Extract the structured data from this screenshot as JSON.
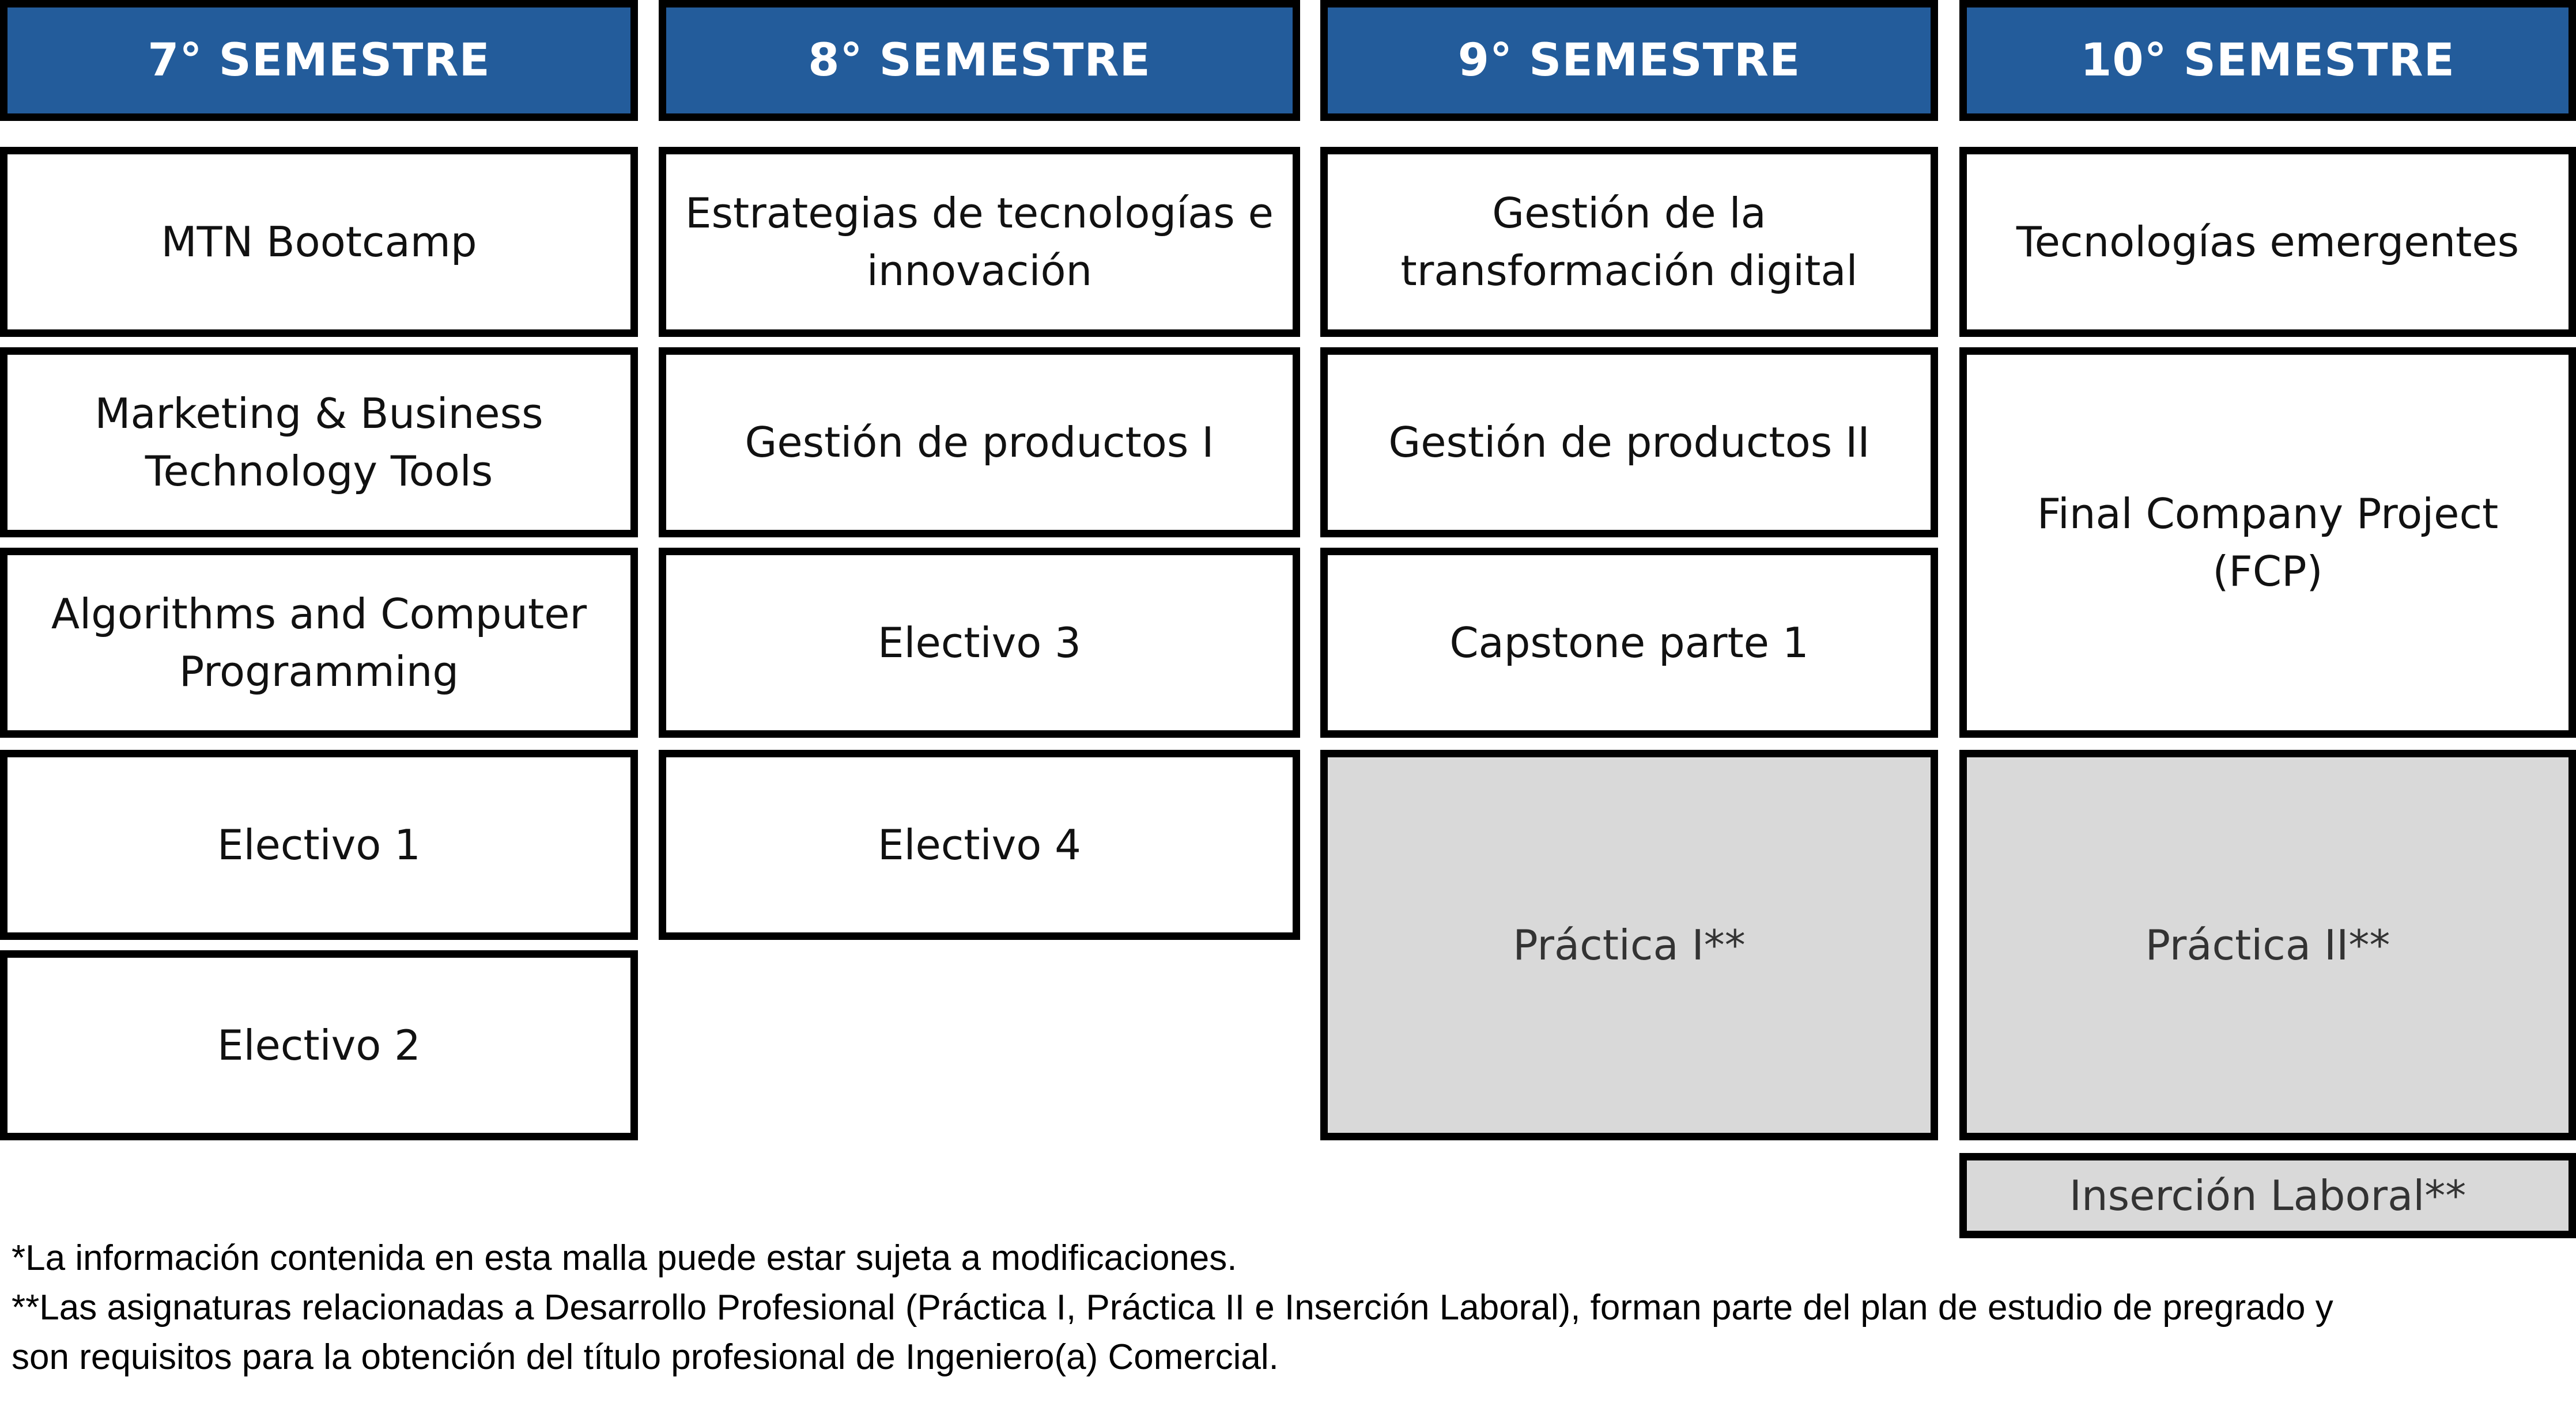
{
  "semesters": [
    {
      "title": "7° SEMESTRE",
      "courses": [
        "MTN Bootcamp",
        "Marketing & Business Technology Tools",
        "Algorithms and Computer Programming",
        "Electivo 1",
        "Electivo 2"
      ]
    },
    {
      "title": "8° SEMESTRE",
      "courses": [
        "Estrategias de tecnologías e innovación",
        "Gestión de productos I",
        "Electivo 3",
        "Electivo 4"
      ]
    },
    {
      "title": "9° SEMESTRE",
      "courses": [
        "Gestión de la transformación digital",
        "Gestión de productos II",
        "Capstone parte 1",
        "Práctica I**"
      ]
    },
    {
      "title": "10° SEMESTRE",
      "courses": [
        "Tecnologías emergentes",
        "Final Company Project (FCP)",
        "Práctica II**",
        "Inserción Laboral**"
      ]
    }
  ],
  "notes": {
    "line1": "*La información contenida en esta malla puede estar sujeta a modificaciones.",
    "line2": "**Las asignaturas relacionadas a Desarrollo Profesional (Práctica I, Práctica II e Inserción Laboral), forman parte del plan de estudio de pregrado y",
    "line3": "son requisitos para la obtención del título profesional de Ingeniero(a) Comercial."
  },
  "colors": {
    "header_blue": "#235c9b",
    "professional_gray": "#d9d9d9",
    "border": "#000000"
  }
}
